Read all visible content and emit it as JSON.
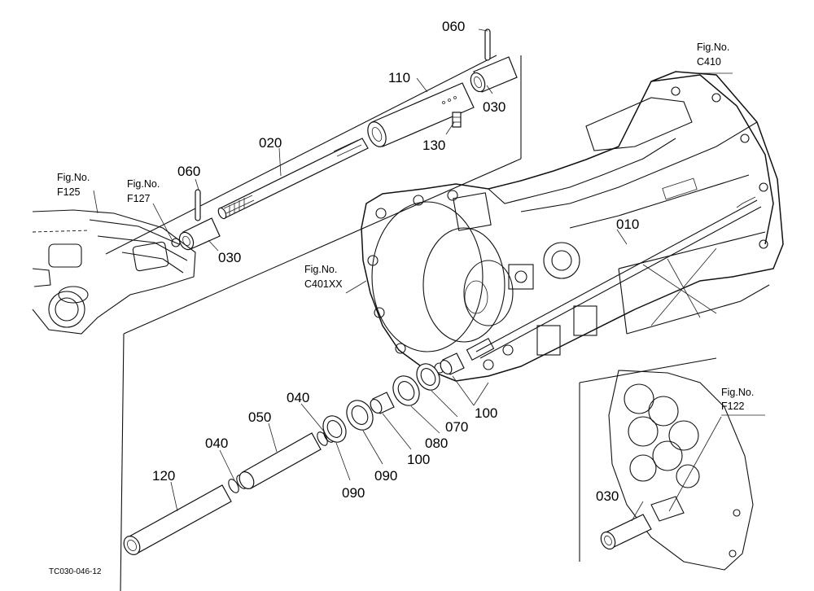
{
  "callouts": [
    {
      "id": "c060a",
      "text": "060"
    },
    {
      "id": "c110",
      "text": "110"
    },
    {
      "id": "c030a",
      "text": "030"
    },
    {
      "id": "c130",
      "text": "130"
    },
    {
      "id": "c020",
      "text": "020"
    },
    {
      "id": "c060b",
      "text": "060"
    },
    {
      "id": "c030b",
      "text": "030"
    },
    {
      "id": "c010",
      "text": "010"
    },
    {
      "id": "c040a",
      "text": "040"
    },
    {
      "id": "c050",
      "text": "050"
    },
    {
      "id": "c040b",
      "text": "040"
    },
    {
      "id": "c120",
      "text": "120"
    },
    {
      "id": "c090a",
      "text": "090"
    },
    {
      "id": "c090b",
      "text": "090"
    },
    {
      "id": "c100a",
      "text": "100"
    },
    {
      "id": "c080",
      "text": "080"
    },
    {
      "id": "c070",
      "text": "070"
    },
    {
      "id": "c100b",
      "text": "100"
    },
    {
      "id": "c030c",
      "text": "030"
    }
  ],
  "figure_refs": [
    {
      "id": "f410",
      "label": "Fig.No.",
      "code": "C410"
    },
    {
      "id": "f125",
      "label": "Fig.No.",
      "code": "F125"
    },
    {
      "id": "f127",
      "label": "Fig.No.",
      "code": "F127"
    },
    {
      "id": "f401",
      "label": "Fig.No.",
      "code": "C401XX"
    },
    {
      "id": "f122",
      "label": "Fig.No.",
      "code": "F122"
    }
  ],
  "caption": "TC030-046-12"
}
